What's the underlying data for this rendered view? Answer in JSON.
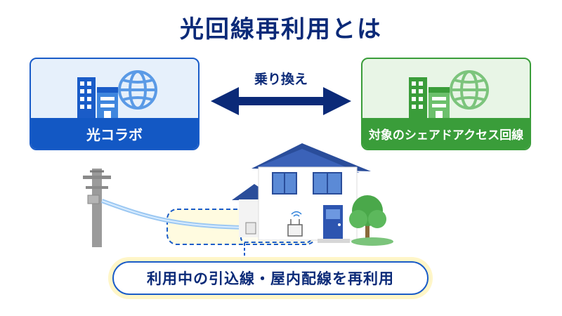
{
  "title": "光回線再利用とは",
  "left_card": {
    "label": "光コラボ",
    "icon": "building-globe-icon",
    "accent": "#1358c4"
  },
  "right_card": {
    "label": "対象のシェアドアクセス回線",
    "icon": "building-globe-icon",
    "accent": "#3a9d3a"
  },
  "swap": {
    "label": "乗り換え",
    "icon": "double-arrow-icon"
  },
  "scene_icons": [
    "utility-pole-icon",
    "fiber-cable-icon",
    "house-icon",
    "router-icon",
    "tree-icon"
  ],
  "bottom_label": "利用中の引込線・屋内配線を再利用"
}
